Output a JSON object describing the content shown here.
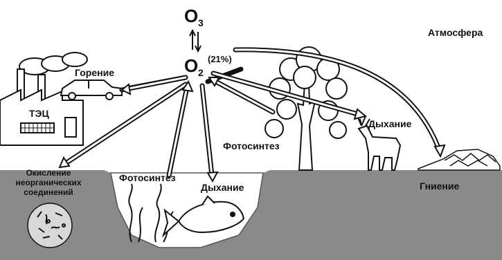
{
  "title": "",
  "molecules": {
    "ozone_main": "O",
    "ozone_sub": "3",
    "oxygen_main": "O",
    "oxygen_sub": "2",
    "oxygen_share": "(21%)"
  },
  "labels": {
    "atmosphere": "Атмосфера",
    "combustion": "Горение",
    "power_plant": "ТЭЦ",
    "photosynthesis_land": "Фотосинтез",
    "respiration_land": "Дыхание",
    "decay": "Гниение",
    "oxidation_line1": "Окисление",
    "oxidation_line2": "неорганических",
    "oxidation_line3": "соединений",
    "photosynthesis_water": "Фотосинтез",
    "respiration_water": "Дыхание"
  },
  "colors": {
    "ground": "#8a8a8a",
    "ink": "#111111",
    "water": "#ffffff",
    "sky": "#ffffff"
  }
}
